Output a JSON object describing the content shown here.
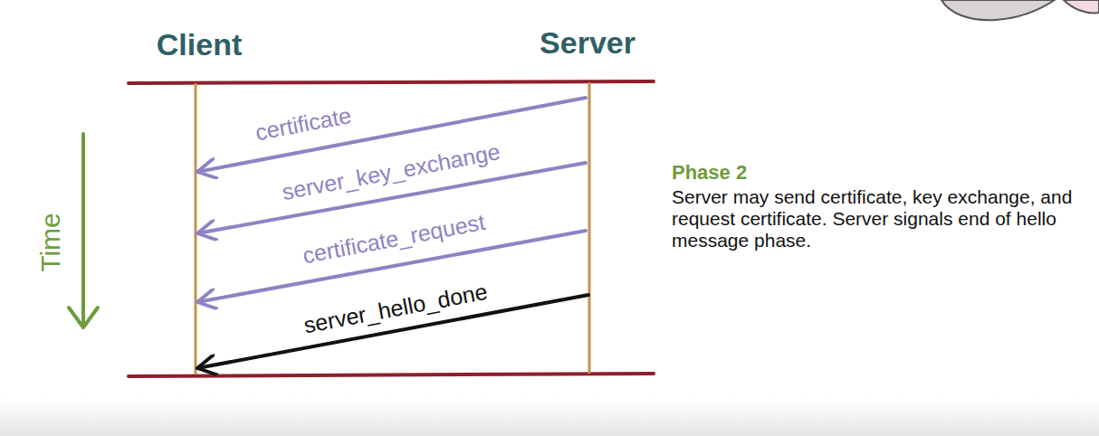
{
  "diagram": {
    "labels": [
      "Client",
      "Server",
      "certificate",
      "server_key_exchange",
      "certificate_request",
      "server_hello_done",
      "Time",
      "Phase 2",
      "Server may send certificate, key exchange, and request certificate. Server signals end of hello message phase."
    ]
  }
}
